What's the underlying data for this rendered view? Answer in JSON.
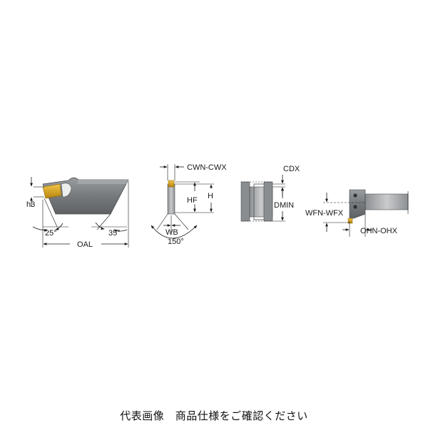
{
  "labels": {
    "h3": "h3",
    "angle_left": "25°",
    "angle_right": "35°",
    "oal": "OAL",
    "cwn_cwx": "CWN-CWX",
    "hf": "HF",
    "h": "H",
    "wb": "WB",
    "angle_bottom": "150°",
    "cdx": "CDX",
    "dmin": "DMIN",
    "wfn_wfx": "WFN-WFX",
    "ohn_ohx": "OHN-OHX"
  },
  "caption": "代表画像　商品仕様をご確認ください",
  "colors": {
    "blade_gray": "#7a7d80",
    "blade_light": "#b7b9bb",
    "insert_gold": "#d9a21b",
    "ink": "#1a1a1a"
  }
}
